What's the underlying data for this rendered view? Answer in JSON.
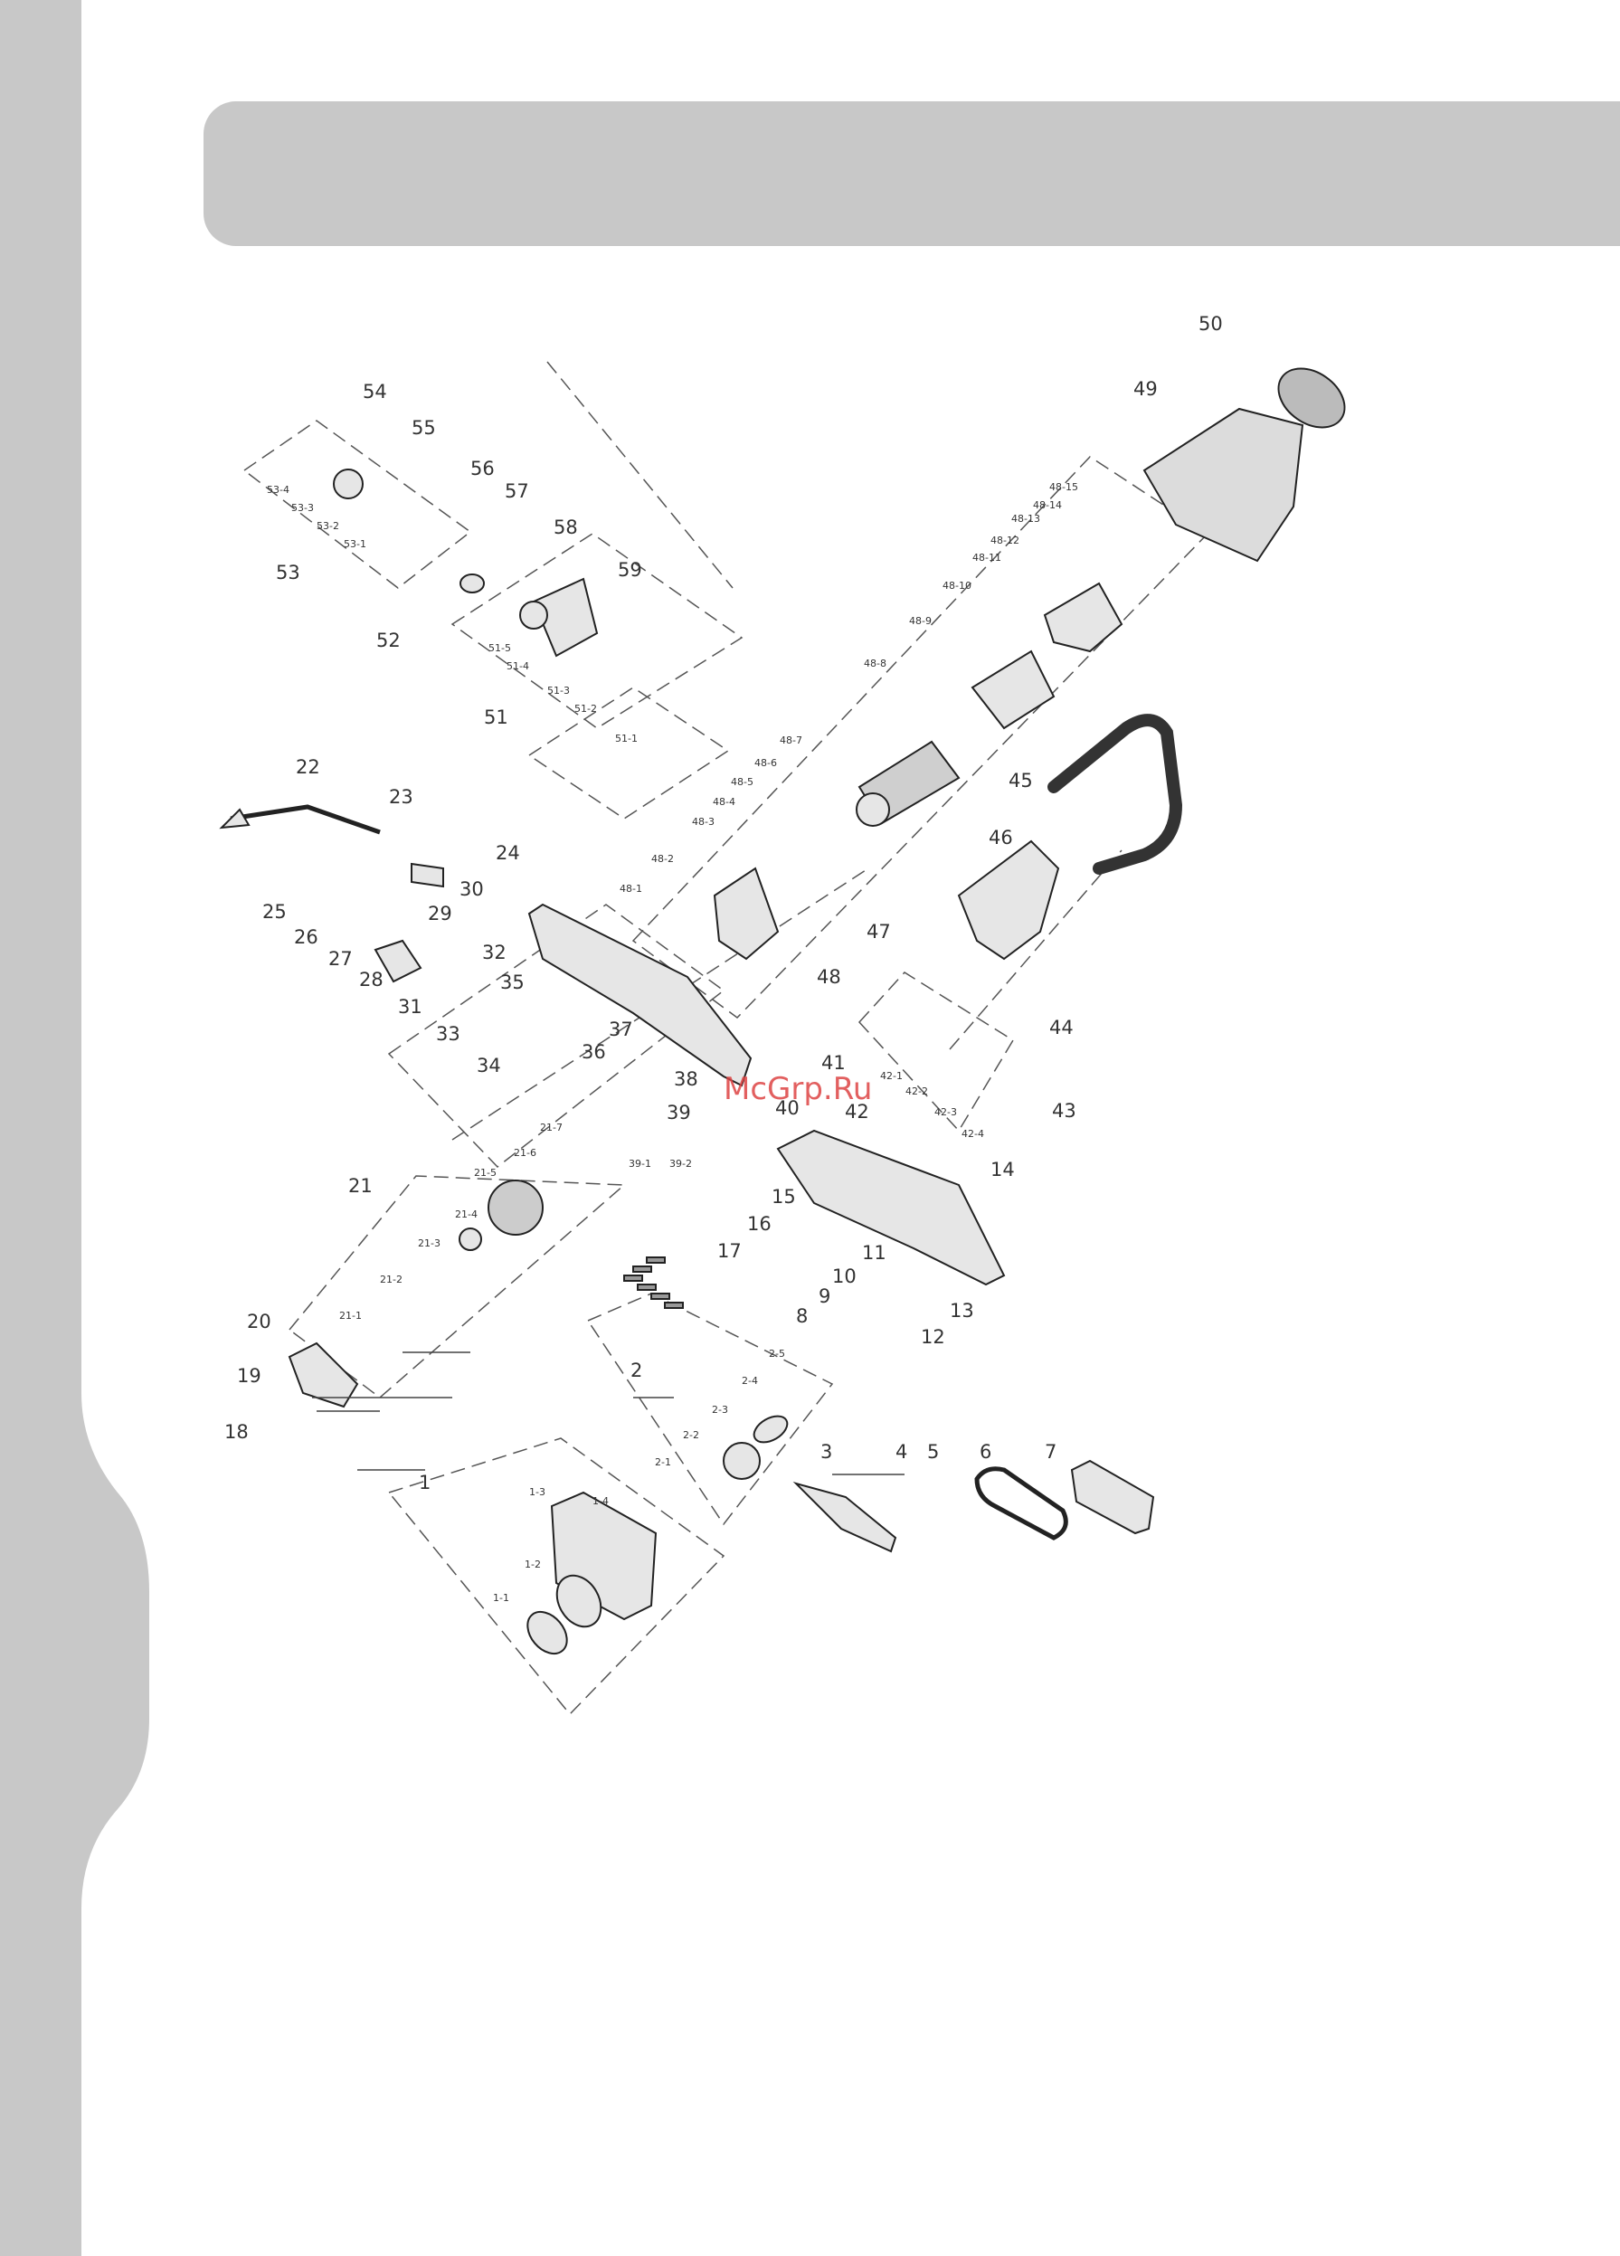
{
  "page": {
    "background": "#ffffff",
    "side_bar_color": "#c8c8c8",
    "header_bar_color": "#c8c8c8"
  },
  "watermark": {
    "text": "McGrp.Ru",
    "color": "#dd4444"
  },
  "parts": {
    "p1": "1",
    "p1_1": "1-1",
    "p1_2": "1-2",
    "p1_3": "1-3",
    "p1_4": "1-4",
    "p2": "2",
    "p2_1": "2-1",
    "p2_2": "2-2",
    "p2_3": "2-3",
    "p2_4": "2-4",
    "p2_5": "2-5",
    "p3": "3",
    "p4": "4",
    "p5": "5",
    "p6": "6",
    "p7": "7",
    "p8": "8",
    "p9": "9",
    "p10": "10",
    "p11": "11",
    "p12": "12",
    "p13": "13",
    "p14": "14",
    "p15": "15",
    "p16": "16",
    "p17": "17",
    "p18": "18",
    "p19": "19",
    "p20": "20",
    "p21": "21",
    "p21_1": "21-1",
    "p21_2": "21-2",
    "p21_3": "21-3",
    "p21_4": "21-4",
    "p21_5": "21-5",
    "p21_6": "21-6",
    "p21_7": "21-7",
    "p22": "22",
    "p23": "23",
    "p24": "24",
    "p25": "25",
    "p26": "26",
    "p27": "27",
    "p28": "28",
    "p29": "29",
    "p30": "30",
    "p31": "31",
    "p32": "32",
    "p33": "33",
    "p34": "34",
    "p35": "35",
    "p36": "36",
    "p37": "37",
    "p38": "38",
    "p39": "39",
    "p39_1": "39-1",
    "p39_2": "39-2",
    "p40": "40",
    "p41": "41",
    "p42": "42",
    "p42_1": "42-1",
    "p42_2": "42-2",
    "p42_3": "42-3",
    "p42_4": "42-4",
    "p43": "43",
    "p44": "44",
    "p45": "45",
    "p46": "46",
    "p47": "47",
    "p48": "48",
    "p48_1": "48-1",
    "p48_2": "48-2",
    "p48_3": "48-3",
    "p48_4": "48-4",
    "p48_5": "48-5",
    "p48_6": "48-6",
    "p48_7": "48-7",
    "p48_8": "48-8",
    "p48_9": "48-9",
    "p48_10": "48-10",
    "p48_11": "48-11",
    "p48_12": "48-12",
    "p48_13": "48-13",
    "p48_14": "48-14",
    "p48_15": "48-15",
    "p49": "49",
    "p50": "50",
    "p51": "51",
    "p51_1": "51-1",
    "p51_2": "51-2",
    "p51_3": "51-3",
    "p51_4": "51-4",
    "p51_5": "51-5",
    "p52": "52",
    "p53": "53",
    "p53_1": "53-1",
    "p53_2": "53-2",
    "p53_3": "53-3",
    "p53_4": "53-4",
    "p54": "54",
    "p55": "55",
    "p56": "56",
    "p57": "57",
    "p58": "58",
    "p59": "59"
  }
}
